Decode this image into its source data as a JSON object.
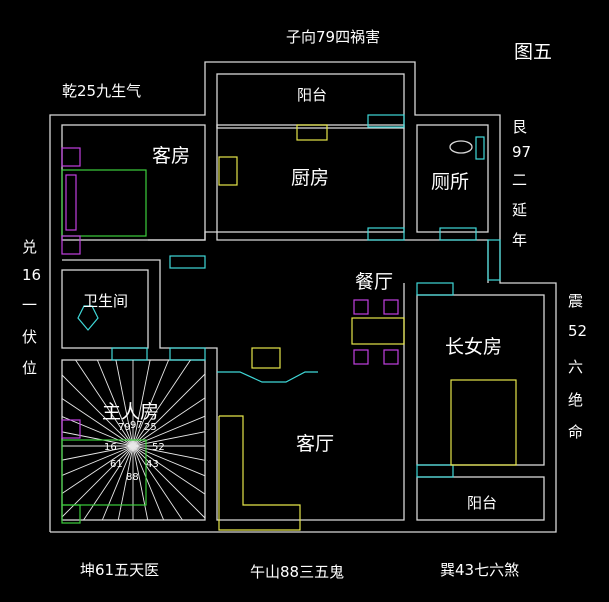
{
  "figure_label": "图五",
  "directions": {
    "north": "子向79四祸害",
    "northwest": "乾25九生气",
    "northeast": [
      "艮",
      "97",
      "二",
      "延",
      "年"
    ],
    "west": [
      "兑",
      "16",
      "一",
      "伏",
      "位"
    ],
    "east": [
      "震",
      "52",
      "六",
      "绝",
      "命"
    ],
    "southwest": "坤61五天医",
    "south": "午山88三五鬼",
    "southeast": "巽43七六煞"
  },
  "rooms": {
    "balcony_top": "阳台",
    "guest_room": "客房",
    "kitchen": "厨房",
    "toilet": "厕所",
    "bathroom": "卫生间",
    "dining": "餐厅",
    "eldest_daughter_room": "长女房",
    "living_room": "客厅",
    "balcony_bottom": "阳台",
    "master_room": "主人房"
  },
  "center_numbers": [
    "79",
    "97",
    "25",
    "16",
    "52",
    "61",
    "43",
    "88"
  ],
  "colors": {
    "wall": "#d8d8d8",
    "window": "#3fd8d8",
    "furniture": "#e6e64a",
    "bed": "#3ccf3c",
    "bedding": "#c040e0"
  }
}
